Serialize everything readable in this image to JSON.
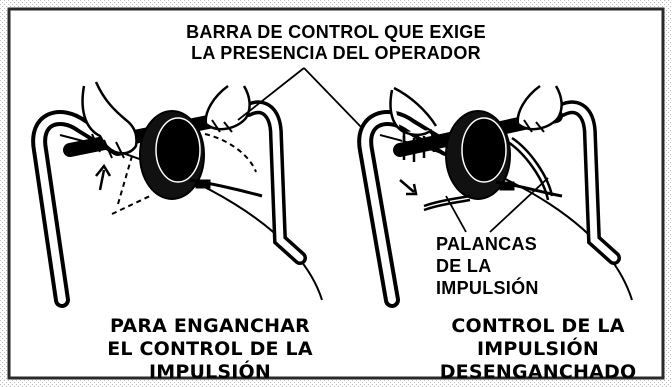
{
  "callout_top": {
    "line1": "BARRA DE CONTROL QUE EXIGE",
    "line2": "LA PRESENCIA DEL OPERADOR"
  },
  "callout_levers": {
    "line1": "PALANCAS",
    "line2": "DE LA",
    "line3": "IMPULSIÓN"
  },
  "caption_left": {
    "line1": "PARA ENGANCHAR",
    "line2": "EL CONTROL DE LA",
    "line3": "IMPULSIÓN"
  },
  "caption_right": {
    "line1": "CONTROL DE LA",
    "line2": "IMPULSIÓN",
    "line3": "DESENGANCHADO"
  },
  "colors": {
    "ink": "#000000",
    "paper": "#ffffff",
    "border": "#2a2a2a"
  }
}
